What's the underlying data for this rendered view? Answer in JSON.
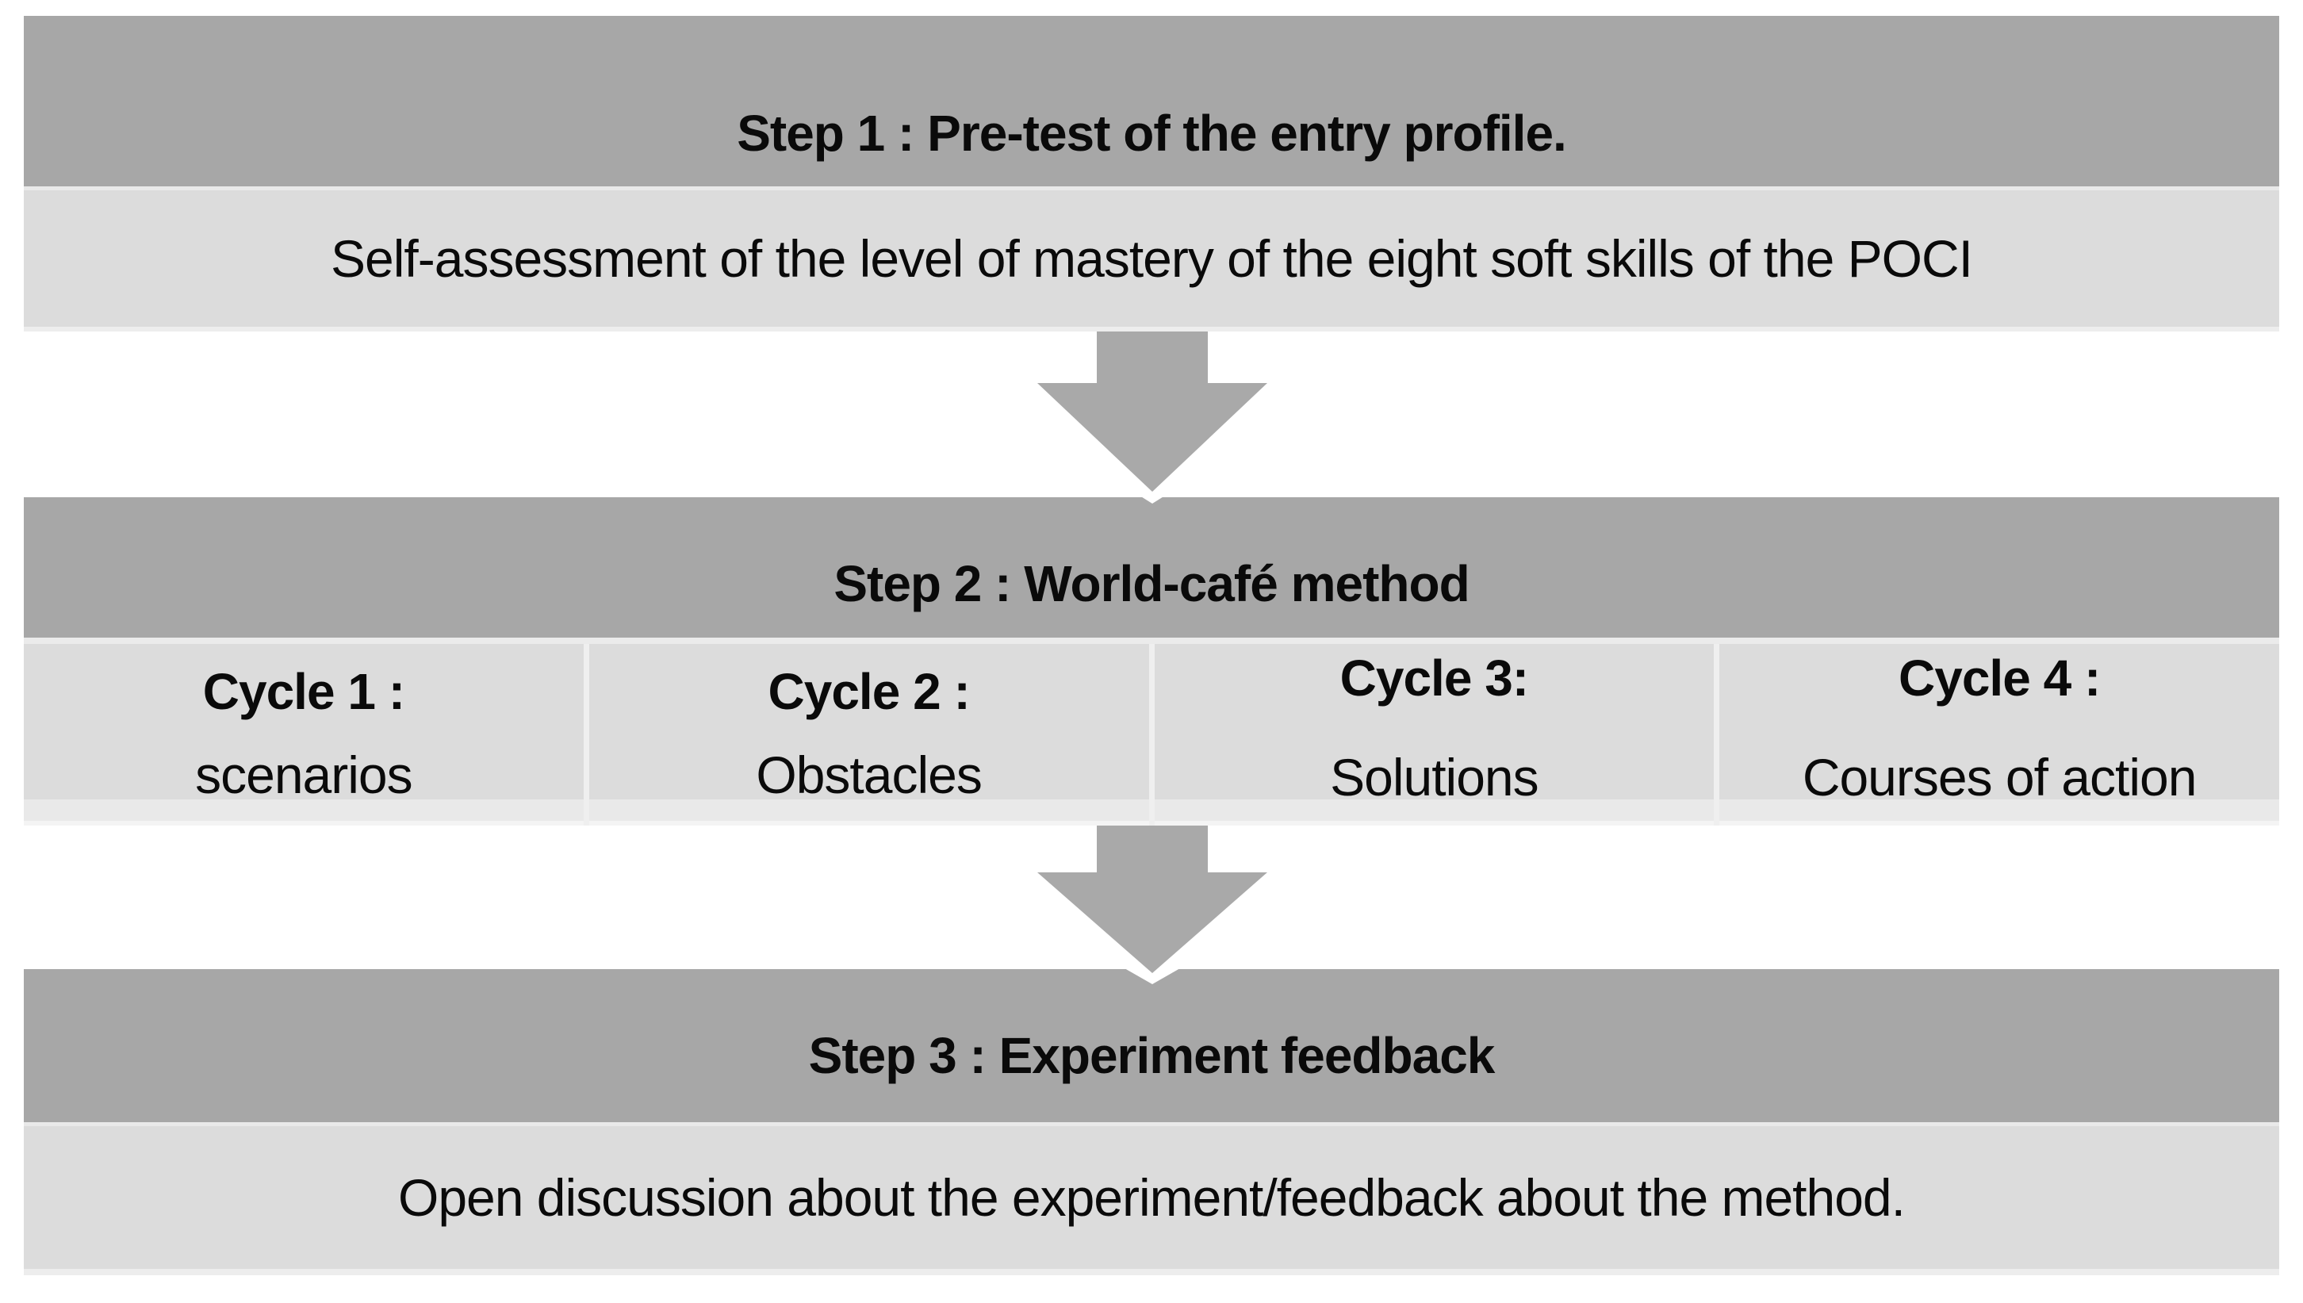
{
  "diagram": {
    "colors": {
      "header": "#a7a7a7",
      "body": "#dcdcdc",
      "strip": "#e9e9e9",
      "arrow": "#a9a9a9"
    },
    "steps": [
      {
        "title": "Step 1 : Pre-test of the entry profile.",
        "body": "Self-assessment of the level of mastery of the eight soft skills of the POCI"
      },
      {
        "title": "Step 2 : World-café method",
        "cycles": [
          {
            "label": "Cycle 1 :",
            "text": "scenarios"
          },
          {
            "label": "Cycle 2 :",
            "text": "Obstacles"
          },
          {
            "label": "Cycle 3:",
            "text": "Solutions"
          },
          {
            "label": "Cycle 4 :",
            "text": "Courses of action"
          }
        ]
      },
      {
        "title": "Step 3 : Experiment feedback",
        "body": "Open discussion about the experiment/feedback about the method."
      }
    ]
  }
}
